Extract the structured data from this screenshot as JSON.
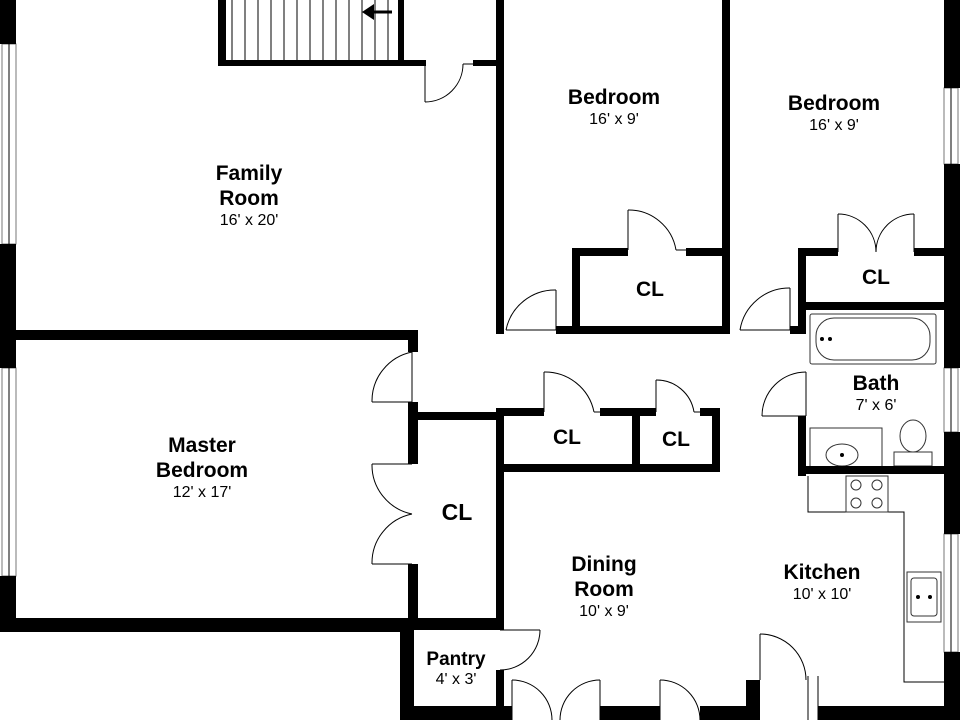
{
  "rooms": {
    "family_room": {
      "name_line1": "Family",
      "name_line2": "Room",
      "dimensions": "16' x 20'"
    },
    "bedroom_1": {
      "name": "Bedroom",
      "dimensions": "16' x 9'"
    },
    "bedroom_2": {
      "name": "Bedroom",
      "dimensions": "16' x 9'"
    },
    "master_bedroom": {
      "name_line1": "Master",
      "name_line2": "Bedroom",
      "dimensions": "12' x 17'"
    },
    "bath": {
      "name": "Bath",
      "dimensions": "7' x 6'"
    },
    "dining_room": {
      "name_line1": "Dining",
      "name_line2": "Room",
      "dimensions": "10' x 9'"
    },
    "kitchen": {
      "name": "Kitchen",
      "dimensions": "10' x 10'"
    },
    "pantry": {
      "name": "Pantry",
      "dimensions": "4' x 3'"
    }
  },
  "closets": {
    "bedroom_1_closet": "CL",
    "bedroom_2_closet": "CL",
    "hall_closet_1": "CL",
    "hall_closet_2": "CL",
    "master_closet": "CL"
  },
  "stair_arrow_icon": "arrow-left-icon"
}
